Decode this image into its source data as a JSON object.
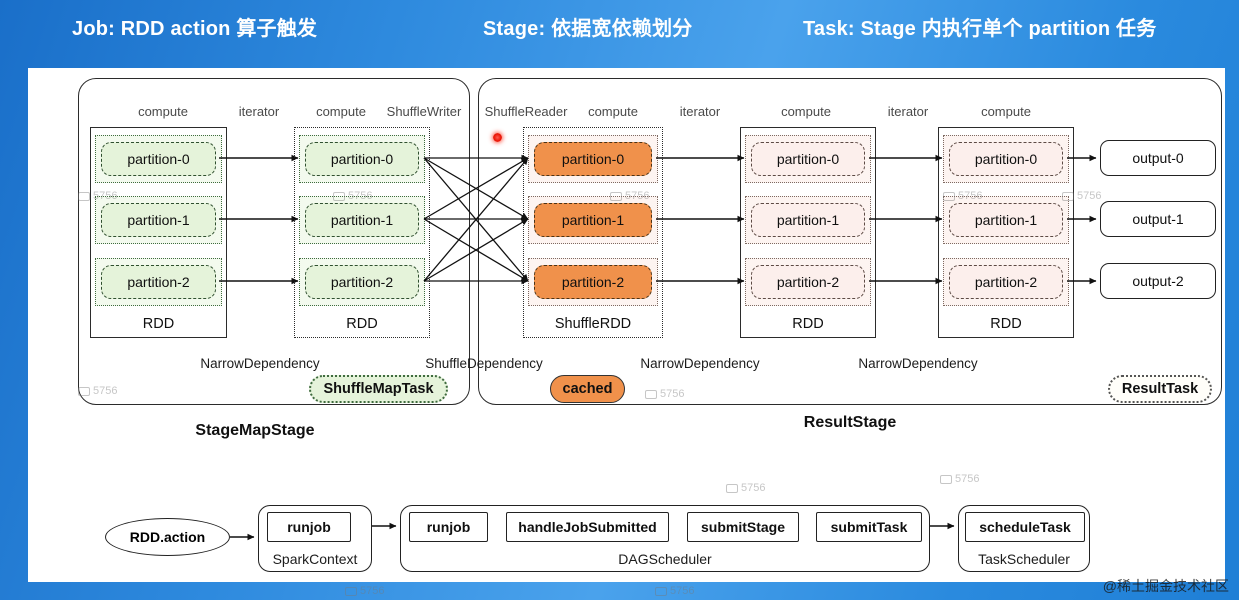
{
  "header": {
    "job_label": "Job: RDD action 算子触发",
    "stage_label": "Stage: 依据宽依赖划分",
    "task_label": "Task: Stage 内执行单个 partition 任务"
  },
  "columns_header": [
    "compute",
    "iterator",
    "compute",
    "ShuffleWriter",
    "ShuffleReader",
    "compute",
    "iterator",
    "compute",
    "iterator",
    "compute"
  ],
  "stages": {
    "map_stage_label": "StageMapStage",
    "result_stage_label": "ResultStage"
  },
  "rdds": {
    "rdd1": {
      "name": "RDD",
      "partitions": [
        "partition-0",
        "partition-1",
        "partition-2"
      ]
    },
    "rdd2": {
      "name": "RDD",
      "partitions": [
        "partition-0",
        "partition-1",
        "partition-2"
      ]
    },
    "shuffle_rdd": {
      "name": "ShuffleRDD",
      "partitions": [
        "partition-0",
        "partition-1",
        "partition-2"
      ]
    },
    "rdd4": {
      "name": "RDD",
      "partitions": [
        "partition-0",
        "partition-1",
        "partition-2"
      ]
    },
    "rdd5": {
      "name": "RDD",
      "partitions": [
        "partition-0",
        "partition-1",
        "partition-2"
      ]
    }
  },
  "outputs": [
    "output-0",
    "output-1",
    "output-2"
  ],
  "dependencies": [
    "NarrowDependency",
    "ShuffleDependency",
    "NarrowDependency",
    "NarrowDependency"
  ],
  "badges": {
    "shuffle_map_task": "ShuffleMapTask",
    "cached": "cached",
    "result_task": "ResultTask"
  },
  "flow": {
    "action": "RDD.action",
    "spark_context": {
      "method": "runjob",
      "label": "SparkContext"
    },
    "dag_scheduler": {
      "methods": [
        "runjob",
        "handleJobSubmitted",
        "submitStage",
        "submitTask"
      ],
      "label": "DAGScheduler"
    },
    "task_scheduler": {
      "method": "scheduleTask",
      "label": "TaskScheduler"
    }
  },
  "watermarks": {
    "logo_text": "5756",
    "site_credit": "@稀土掘金技术社区"
  },
  "colors": {
    "header_blue": "#2a86dd",
    "partition_orange": "#f0914b",
    "partition_green": "#e5f3da",
    "partition_pink": "#fcefec"
  }
}
